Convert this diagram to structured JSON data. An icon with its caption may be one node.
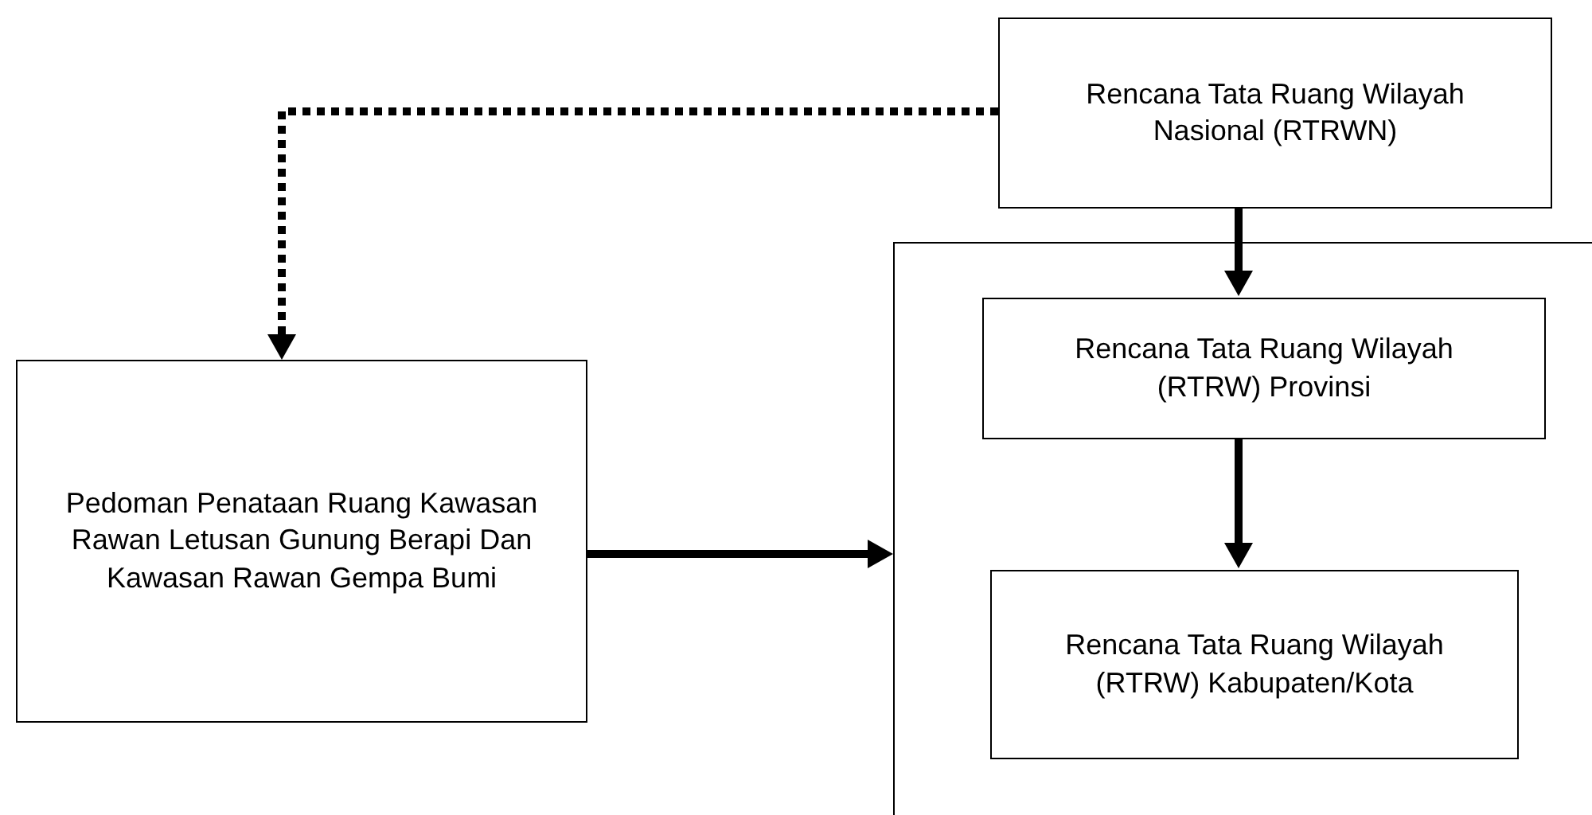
{
  "diagram": {
    "nodes": [
      {
        "text": [
          "Rencana Tata Ruang Wilayah Nasional (RTRWN)"
        ]
      },
      {
        "text": [],
        "shape": "box"
      },
      {
        "text": [
          "Rencana Tata Ruang Wilayah (RTRW) Provinsi"
        ],
        "in": 1
      },
      {
        "text": [
          "Rencana Tata Ruang Wilayah (RTRW) Kabupaten/Kota"
        ],
        "in": 1
      },
      {
        "text": [
          "Pedoman Penataan Ruang Kawasan Rawan Letusan Gunung Berapi  Dan Kawasan Rawan Gempa Bumi"
        ]
      }
    ],
    "edges": [
      {
        "from": 0,
        "to": 4,
        "arrow": "to",
        "style": "dashed"
      },
      {
        "from": 0,
        "to": 2,
        "arrow": "to"
      },
      {
        "from": 2,
        "to": 3,
        "arrow": "to"
      },
      {
        "from": 4,
        "to": 1,
        "arrow": "to"
      }
    ]
  }
}
